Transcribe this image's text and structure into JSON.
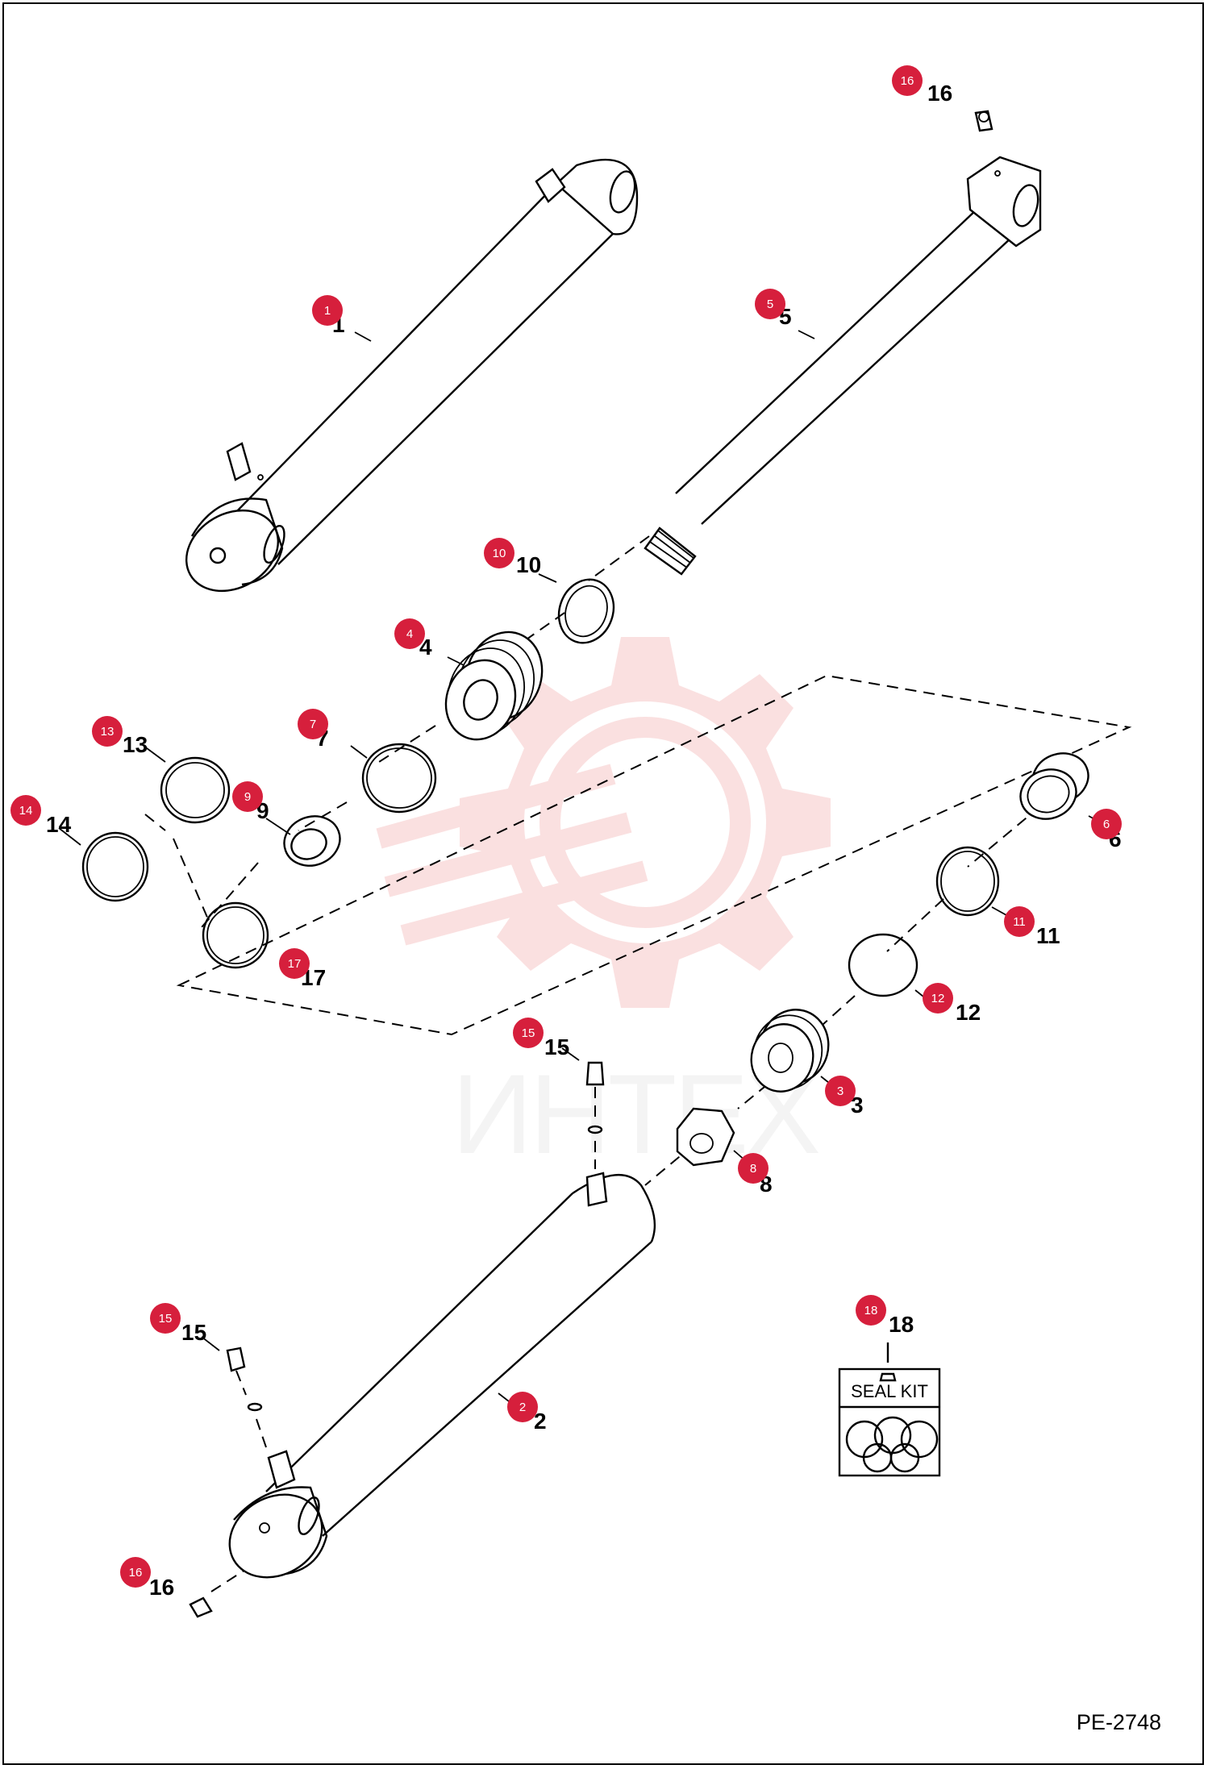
{
  "drawing_code": "PE-2748",
  "watermark": "ИНТЕХ",
  "seal_kit_label": "SEAL KIT",
  "colors": {
    "badge": "#d61f3c",
    "watermark": "#f6c8c8",
    "line": "#000000"
  },
  "parts": [
    {
      "ref": "1",
      "label": "1"
    },
    {
      "ref": "2",
      "label": "2"
    },
    {
      "ref": "3",
      "label": "3"
    },
    {
      "ref": "4",
      "label": "4"
    },
    {
      "ref": "5",
      "label": "5"
    },
    {
      "ref": "6",
      "label": "6"
    },
    {
      "ref": "7",
      "label": "7"
    },
    {
      "ref": "8",
      "label": "8"
    },
    {
      "ref": "9",
      "label": "9"
    },
    {
      "ref": "10",
      "label": "10"
    },
    {
      "ref": "11",
      "label": "11"
    },
    {
      "ref": "12",
      "label": "12"
    },
    {
      "ref": "13",
      "label": "13"
    },
    {
      "ref": "14",
      "label": "14"
    },
    {
      "ref": "15",
      "label": "15"
    },
    {
      "ref": "15",
      "label": "15"
    },
    {
      "ref": "16",
      "label": "16"
    },
    {
      "ref": "16",
      "label": "16"
    },
    {
      "ref": "17",
      "label": "17"
    },
    {
      "ref": "18",
      "label": "18"
    }
  ]
}
